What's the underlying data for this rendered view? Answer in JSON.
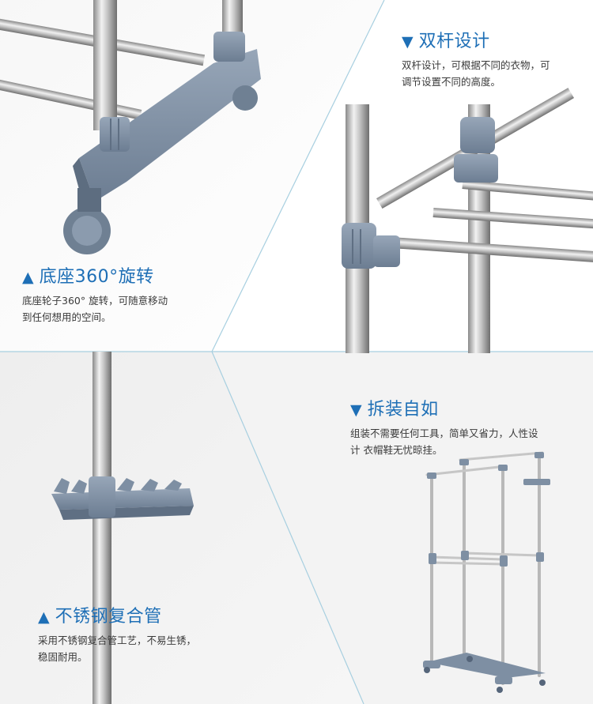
{
  "features": {
    "dual_pole": {
      "marker": "▼",
      "title": "双杆设计",
      "desc": "双杆设计，可根据不同的衣物，可\n调节设置不同的高度。"
    },
    "base": {
      "marker": "▲",
      "title": "底座360°旋转",
      "desc": "底座轮子360° 旋转，可随意移动\n到任何想用的空间。"
    },
    "assembly": {
      "marker": "▼",
      "title": "拆装自如",
      "desc": "组装不需要任何工具，简单又省力，人性设\n计  衣帽鞋无忧晾挂。"
    },
    "pipe": {
      "marker": "▲",
      "title": "不锈钢复合管",
      "desc": "采用不锈钢复合管工艺，不易生锈，\n稳固耐用。"
    }
  },
  "colors": {
    "accent": "#1e6fb6",
    "plastic": "#7e8fa3",
    "steel": "#bdbdbd",
    "panel_bg": "#f2f2f2",
    "divider": "#a7cfe0"
  }
}
